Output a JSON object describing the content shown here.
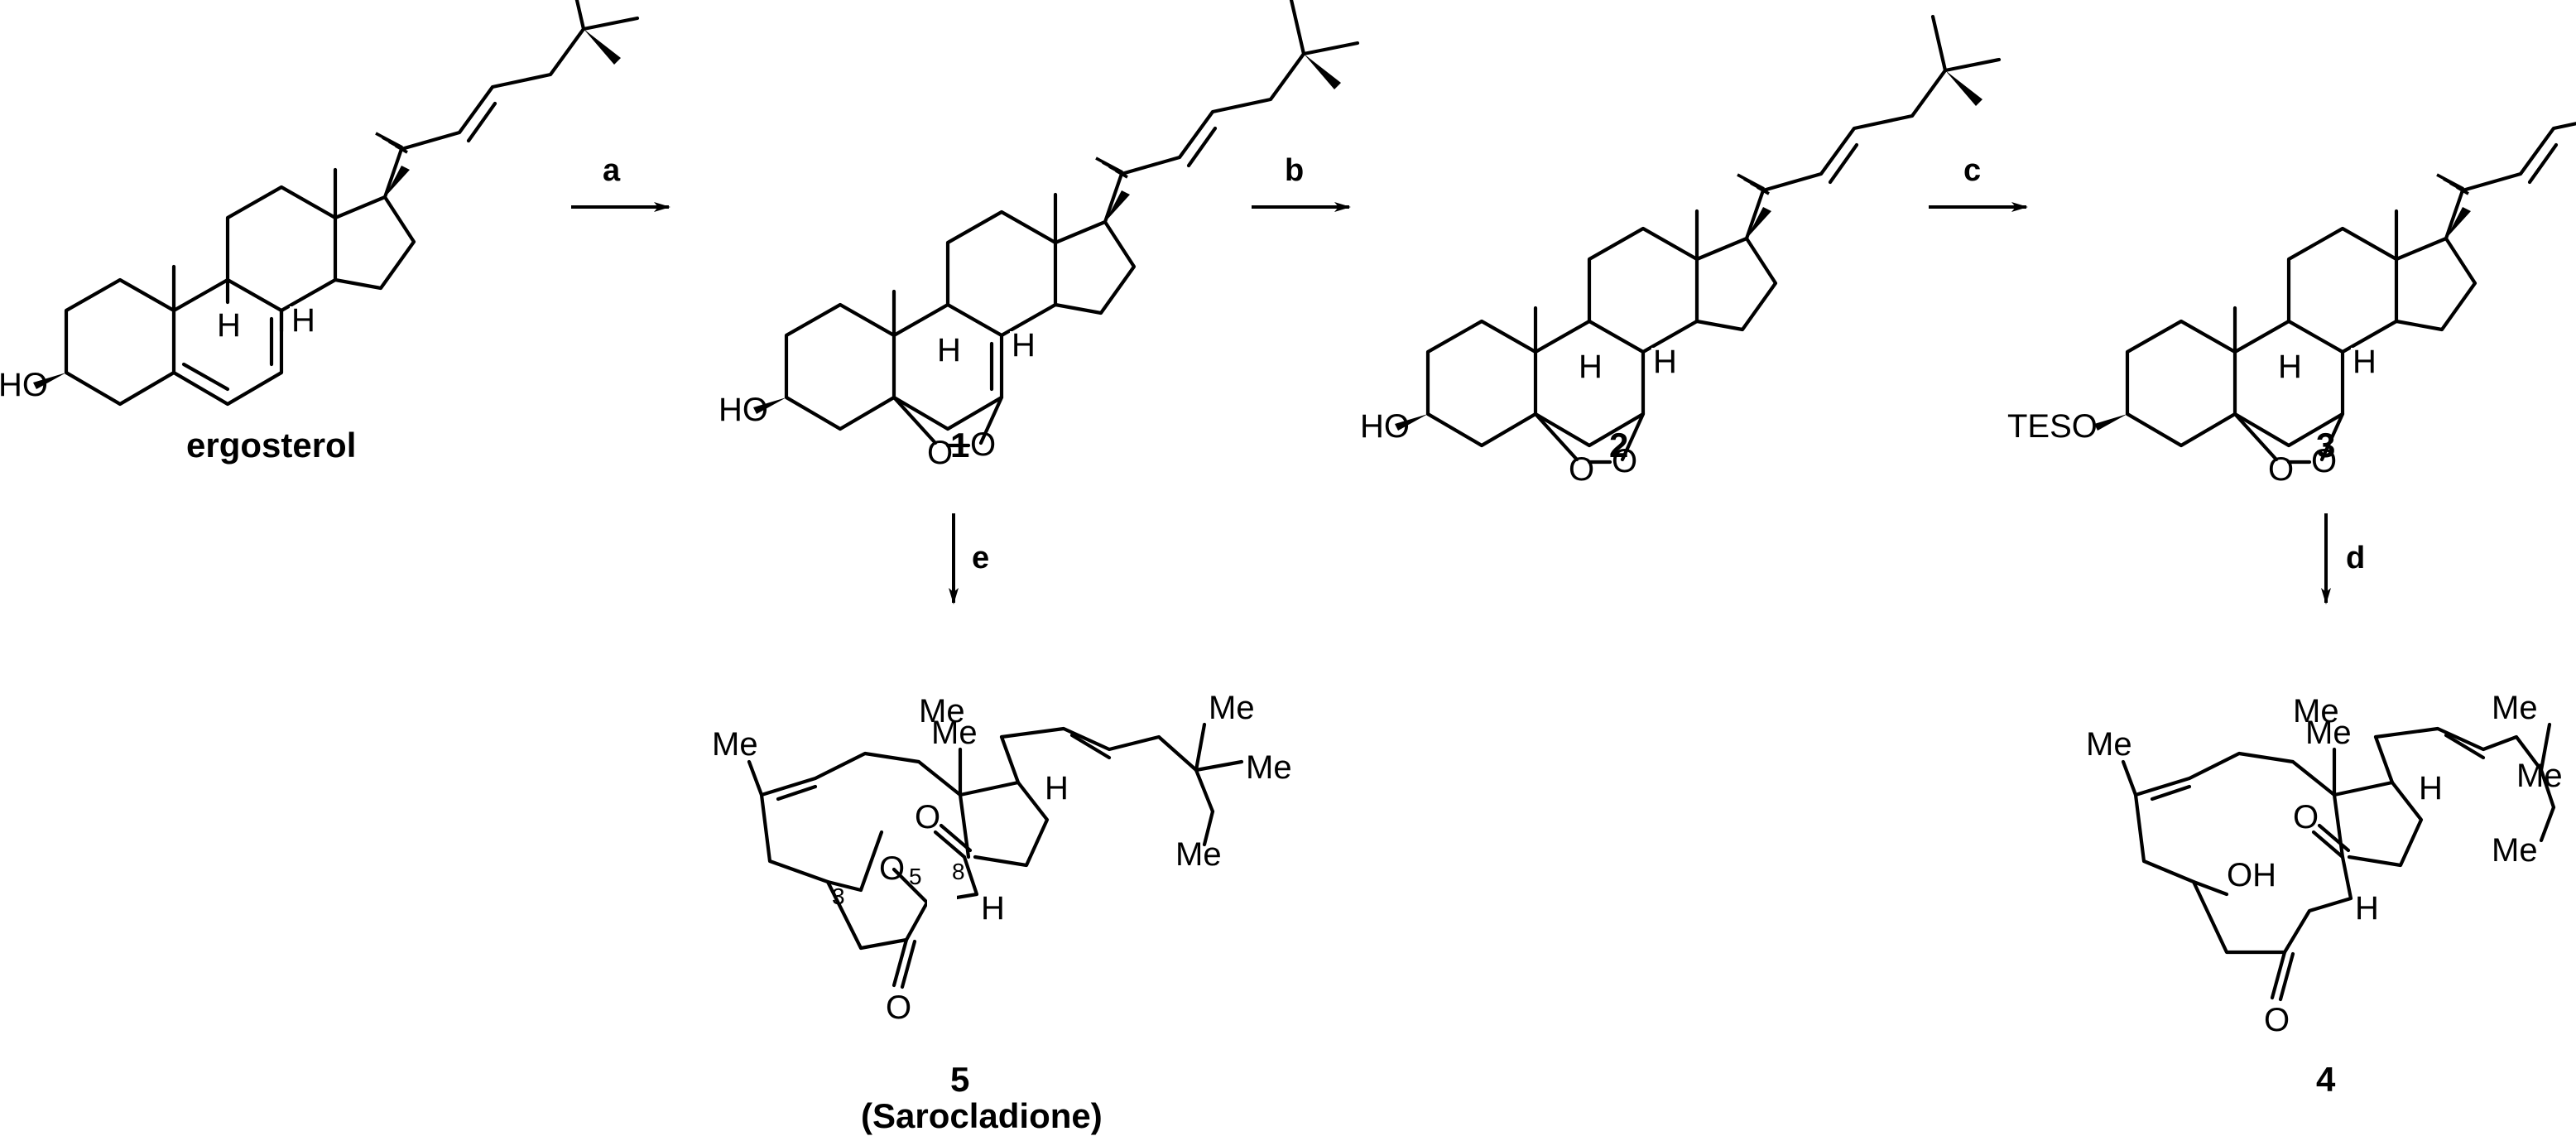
{
  "compounds": {
    "ergosterol": {
      "label": "ergosterol",
      "hydroxyl": "HO"
    },
    "c1": {
      "label": "1",
      "hydroxyl": "HO"
    },
    "c2": {
      "label": "2",
      "hydroxyl": "HO"
    },
    "c3": {
      "label": "3",
      "protected": "TESO"
    },
    "c4": {
      "label": "4"
    },
    "c5": {
      "label": "5",
      "name": "(Sarocladione)"
    }
  },
  "atoms": {
    "hydrogen": "H",
    "oxygen": "O",
    "methyl": "Me",
    "hydroxyl": "OH"
  },
  "locants": {
    "c3": "3",
    "c5": "5",
    "c8": "8"
  },
  "reagents": {
    "a": "a",
    "b": "b",
    "c": "c",
    "d": "d",
    "e": "e"
  }
}
